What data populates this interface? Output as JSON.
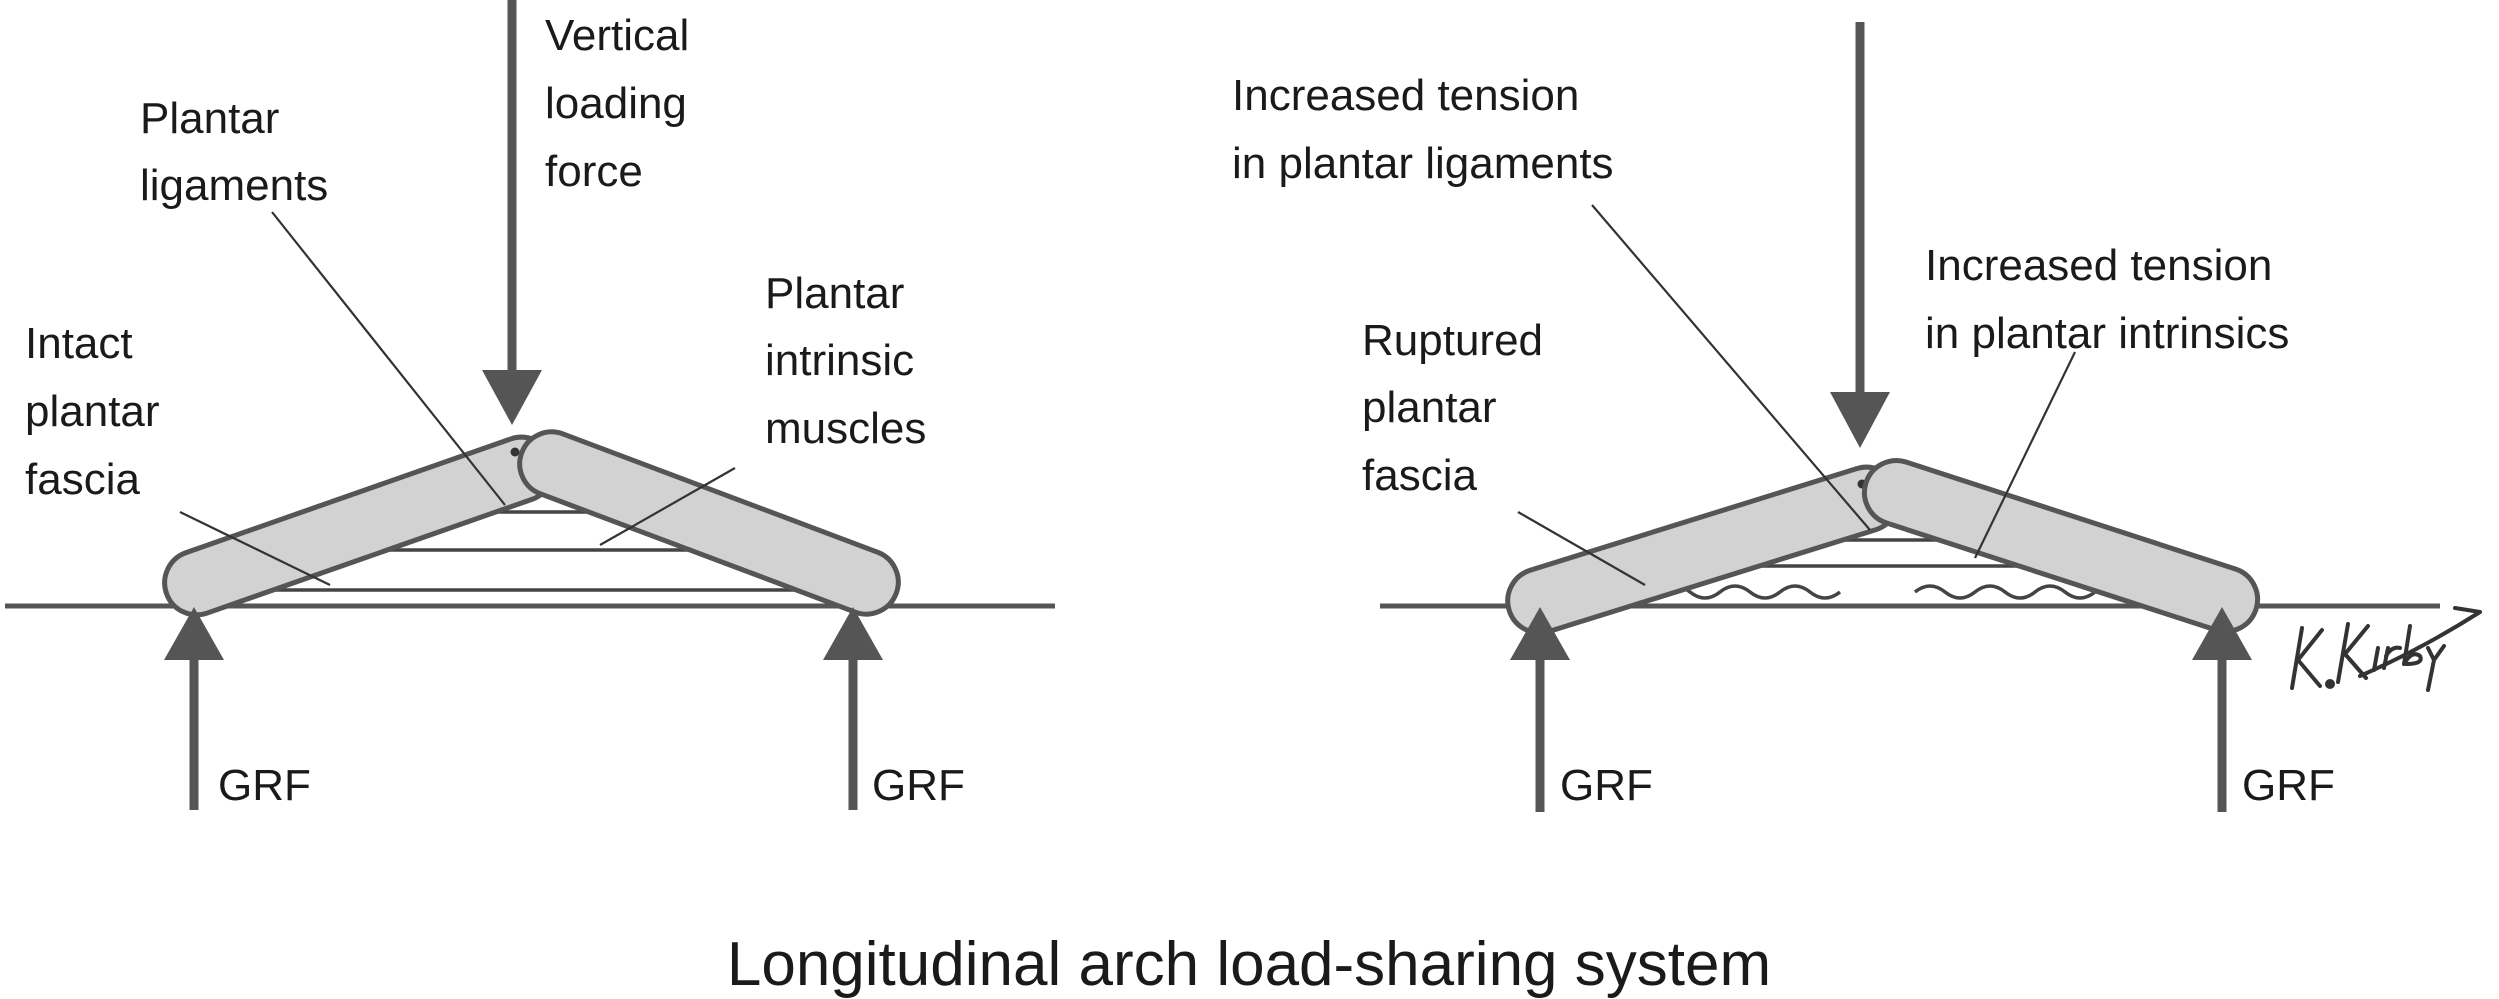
{
  "left_panel": {
    "vertical_force_label": [
      "Vertical",
      "loading",
      "force"
    ],
    "plantar_ligaments_label": [
      "Plantar",
      "ligaments"
    ],
    "intact_fascia_label": [
      "Intact",
      "plantar",
      "fascia"
    ],
    "plantar_intrinsic_label": [
      "Plantar",
      "intrinsic",
      "muscles"
    ],
    "grf_left_label": "GRF",
    "grf_right_label": "GRF"
  },
  "right_panel": {
    "ligaments_tension_label": [
      "Increased tension",
      "in plantar ligaments"
    ],
    "intrinsics_tension_label": [
      "Increased tension",
      "in plantar intrinsics"
    ],
    "ruptured_fascia_label": [
      "Ruptured",
      "plantar",
      "fascia"
    ],
    "grf_left_label": "GRF",
    "grf_right_label": "GRF"
  },
  "signature": "K.Kirby",
  "caption": "Longitudinal arch load-sharing system",
  "colors": {
    "bone_fill": "#d2d2d2",
    "outline": "#555555",
    "text": "#1a1a1a"
  }
}
